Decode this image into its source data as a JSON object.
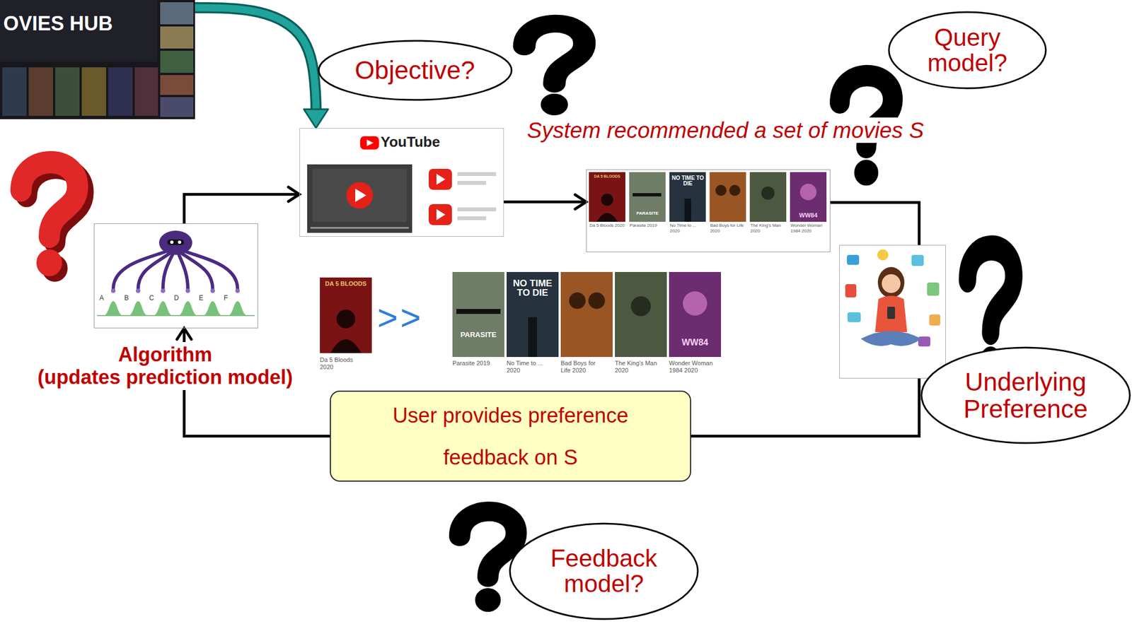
{
  "diagram": {
    "nodes": [
      {
        "text": [
          "OVIES HUB"
        ]
      },
      {
        "text": [
          "Objective?"
        ]
      },
      {
        "text": [
          "Query model?"
        ]
      },
      {
        "text": [
          "YouTube"
        ]
      },
      {
        "text": [
          "Da 5 Bloods 2020",
          "Parasite 2019",
          "No Time to ... 2020",
          "Bad Boys for Life 2020",
          "The King's Man 2020",
          "Wonder Woman 1984 2020"
        ]
      },
      {
        "text": [
          "Algorithm (updates prediction model)"
        ]
      },
      {
        "text": [
          "Underlying Preference"
        ]
      },
      {
        "text": [
          "User provides preference feedback on S"
        ]
      },
      {
        "text": [
          "Feedback model?"
        ]
      }
    ],
    "edges": [
      {
        "from": 0,
        "to": 3,
        "arrow": "to"
      },
      {
        "from": 5,
        "to": 3,
        "arrow": "to"
      },
      {
        "from": 3,
        "to": 4,
        "arrow": "to"
      },
      {
        "from": 4,
        "to": 6,
        "arrow": "none"
      },
      {
        "from": 6,
        "to": 7,
        "arrow": "none"
      },
      {
        "from": 7,
        "to": 5,
        "arrow": "to"
      }
    ],
    "labels": [
      "System recommended a set of movies S",
      "A",
      "B",
      "C",
      "D",
      "E",
      "F",
      "DA 5 BLOODS",
      "PARASITE",
      "NO TIME TO DIE",
      "WW84",
      "DA 5 BLOODS",
      "Da 5 Bloods 2020",
      ">>",
      "PARASITE",
      "NO TIME TO DIE",
      "WW84",
      "Parasite 2019",
      "No Time to ... 2020",
      "Bad Boys for Life 2020",
      "The King's Man 2020",
      "Wonder Woman 1984 2020"
    ]
  }
}
